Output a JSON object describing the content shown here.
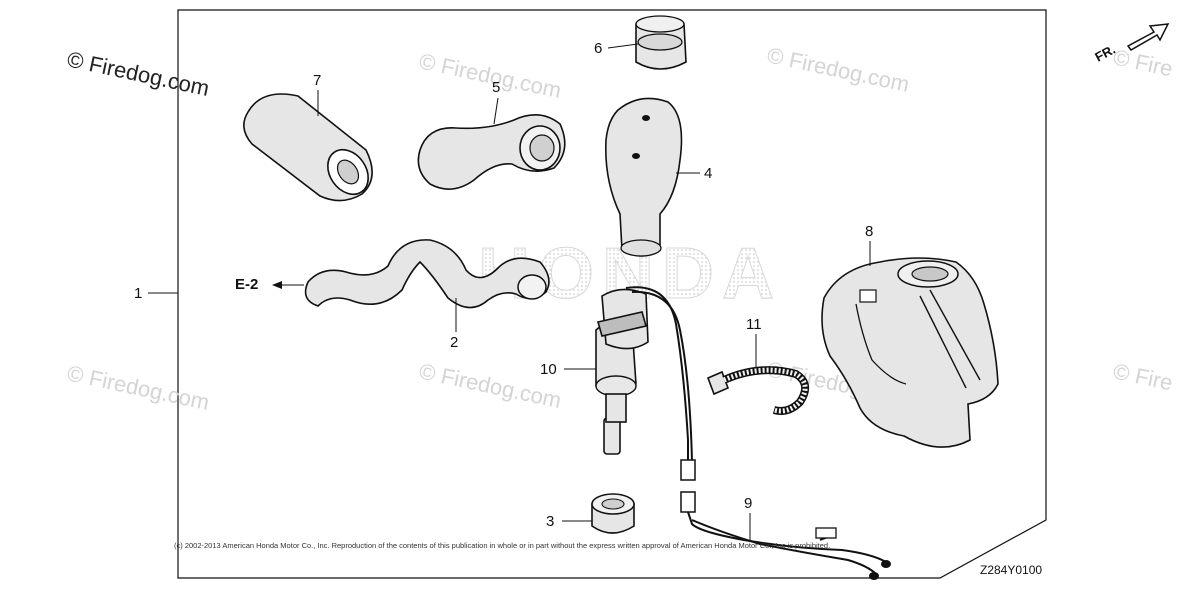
{
  "watermark": {
    "text": "© Firedog.com",
    "partial_text": "© Fire"
  },
  "callouts": {
    "c1": "1",
    "c2": "2",
    "c3": "3",
    "c4": "4",
    "c5": "5",
    "c6": "6",
    "c7": "7",
    "c8": "8",
    "c9": "9",
    "c10": "10",
    "c11": "11"
  },
  "reference": {
    "label": "E-2"
  },
  "direction": {
    "label": "FR."
  },
  "logo_text": "HONDA",
  "copyright": "(c) 2002-2013 American Honda Motor Co., Inc. Reproduction of the contents of this publication in whole or in part without the express written approval of American Honda Motor Co., Inc is prohibited.",
  "diagram_id": "Z284Y0100",
  "colors": {
    "line": "#111111",
    "fill": "#e6e6e6",
    "watermark": "#d4d4d4"
  }
}
